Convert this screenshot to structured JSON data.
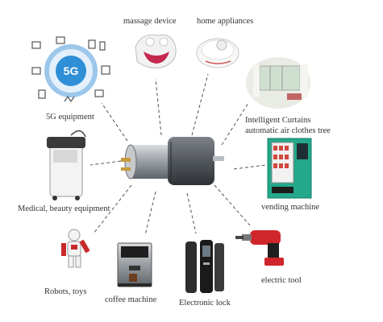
{
  "center": {
    "icon": "dc-gear-motor"
  },
  "applications": [
    {
      "id": "massage",
      "label": "massage device",
      "icon": "massage-device-icon"
    },
    {
      "id": "home",
      "label": "home appliances",
      "icon": "robot-vacuum-icon"
    },
    {
      "id": "5g",
      "label": "5G equipment",
      "icon": "5g-network-icon",
      "badge": "5G"
    },
    {
      "id": "curtains",
      "label_line1": "Intelligent Curtains",
      "label_line2": "automatic air clothes tree",
      "icon": "curtain-room-icon"
    },
    {
      "id": "medical",
      "label": "Medical, beauty equipment",
      "icon": "beauty-machine-icon"
    },
    {
      "id": "vending",
      "label": "vending machine",
      "icon": "vending-machine-icon"
    },
    {
      "id": "robots",
      "label": "Robots, toys",
      "icon": "robot-toy-icon"
    },
    {
      "id": "coffee",
      "label": "coffee machine",
      "icon": "coffee-machine-icon"
    },
    {
      "id": "lock",
      "label": "Electronic lock",
      "icon": "electronic-lock-icon"
    },
    {
      "id": "tool",
      "label": "electric tool",
      "icon": "power-drill-icon"
    }
  ],
  "colors": {
    "accent_5g": "#2f8fd6",
    "connector": "#555555",
    "motor_metal": "#8c9096",
    "drill_red": "#d0262b",
    "vending_green": "#23a88a"
  }
}
